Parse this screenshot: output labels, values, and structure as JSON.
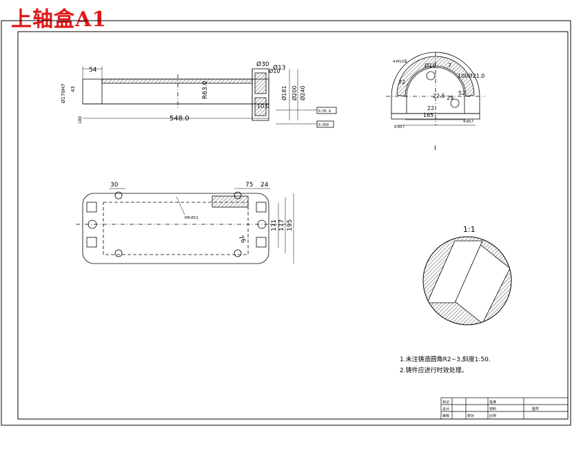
{
  "title": "上轴盒A1",
  "front_view": {
    "dims": {
      "d54": "54",
      "d548": "548.0",
      "r63": "R63.0",
      "d30": "Ø30",
      "d13": "Ø13",
      "d10": "Ø10",
      "d10b": "10.0",
      "d181": "Ø181",
      "d200": "Ø200",
      "d240": "Ø240",
      "left_dia": "Ø170H7",
      "d43": "43",
      "d180": "180",
      "tol1": "0.05 A",
      "tol2": "0.050"
    }
  },
  "side_view": {
    "dims": {
      "d10": "Ø10",
      "d7": "7",
      "d100": "100Ø21.0",
      "d72": "72",
      "d52": "52",
      "d225": "22.5",
      "d165": "165",
      "d22": "22",
      "d29": "29",
      "label_top": "4-M10深",
      "label_bl": "6-Ø17",
      "label_br": "4-Ø17"
    },
    "section_label": "I"
  },
  "plan_view": {
    "dims": {
      "d30": "30",
      "d75": "75",
      "d24": "24",
      "d171": "171",
      "d177": "177",
      "d195": "195",
      "d76": "76",
      "note": "M8-Ø12"
    }
  },
  "detail": {
    "scale": "1:1"
  },
  "notes": [
    "1.未注铸造圆角R2~3,斜度1:50.",
    "2.铸件应进行时效处理。"
  ],
  "title_block": {
    "cells": [
      "标记",
      "设计",
      "审核",
      "校对",
      "批准",
      "材料",
      "比例",
      "图号"
    ]
  }
}
